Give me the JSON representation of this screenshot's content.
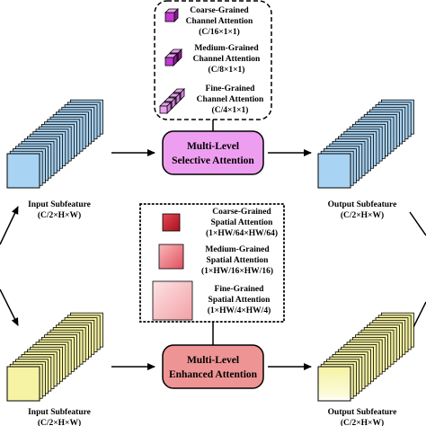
{
  "top_legend": {
    "coarse": {
      "line1": "Coarse-Grained",
      "line2": "Channel Attention",
      "line3": "(C/16×1×1)"
    },
    "medium": {
      "line1": "Medium-Grained",
      "line2": "Channel Attention",
      "line3": "(C/8×1×1)"
    },
    "fine": {
      "line1": "Fine-Grained",
      "line2": "Channel Attention",
      "line3": "(C/4×1×1)"
    }
  },
  "selective_block": {
    "line1": "Multi-Level",
    "line2": "Selective Attention"
  },
  "bottom_legend": {
    "coarse": {
      "line1": "Coarse-Grained",
      "line2": "Spatial Attention",
      "line3": "(1×HW/64×HW/64)"
    },
    "medium": {
      "line1": "Medium-Grained",
      "line2": "Spatial Attention",
      "line3": "(1×HW/16×HW/16)"
    },
    "fine": {
      "line1": "Fine-Grained",
      "line2": "Spatial Attention",
      "line3": "(1×HW/4×HW/4)"
    }
  },
  "enhanced_block": {
    "line1": "Multi-Level",
    "line2": "Enhanced Attention"
  },
  "labels": {
    "input_top": {
      "line1": "Input Subfeature",
      "line2": "(C/2×H×W)"
    },
    "output_top": {
      "line1": "Output Subfeature",
      "line2": "(C/2×H×W)"
    },
    "input_bottom": {
      "line1": "Input Subfeature",
      "line2": "(C/2×H×W)"
    },
    "output_bottom": {
      "line1": "Output Subfeature",
      "line2": "(C/2×H×W)"
    }
  },
  "colors": {
    "blue_face": "#a9d3f2",
    "blue_side": "#4a86c0",
    "yellow_face": "#f6f3a4",
    "yellow_side": "#c9c23d",
    "purple": "#c03ad0",
    "purple_light": "#e6a3ec",
    "red": "#c8172a",
    "pink_block": "#f1a8aa",
    "selective_block": "#ee9ef0",
    "enhanced_block": "#ef9494"
  }
}
